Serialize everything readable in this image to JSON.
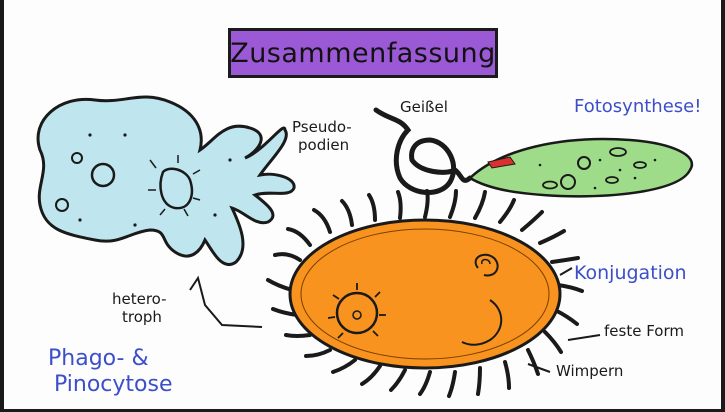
{
  "title": "Zusammenfassung",
  "labels": {
    "pseudopodien_line1": "Pseudo-",
    "pseudopodien_line2": "podien",
    "geissel": "Geißel",
    "fotosynthese": "Fotosynthese!",
    "konjugation": "Konjugation",
    "feste_form": "feste Form",
    "wimpern": "Wimpern",
    "heterotroph_line1": "hetero-",
    "heterotroph_line2": "troph",
    "phago_line1": "Phago- &",
    "phago_line2": "Pinocytose"
  },
  "colors": {
    "title_bg": "#9b59d6",
    "amoeba": "#bfe6ee",
    "euglena": "#9fdc8a",
    "paramecium": "#f7931e",
    "blue_text": "#3c4fc9",
    "ink": "#1a1a1a"
  }
}
